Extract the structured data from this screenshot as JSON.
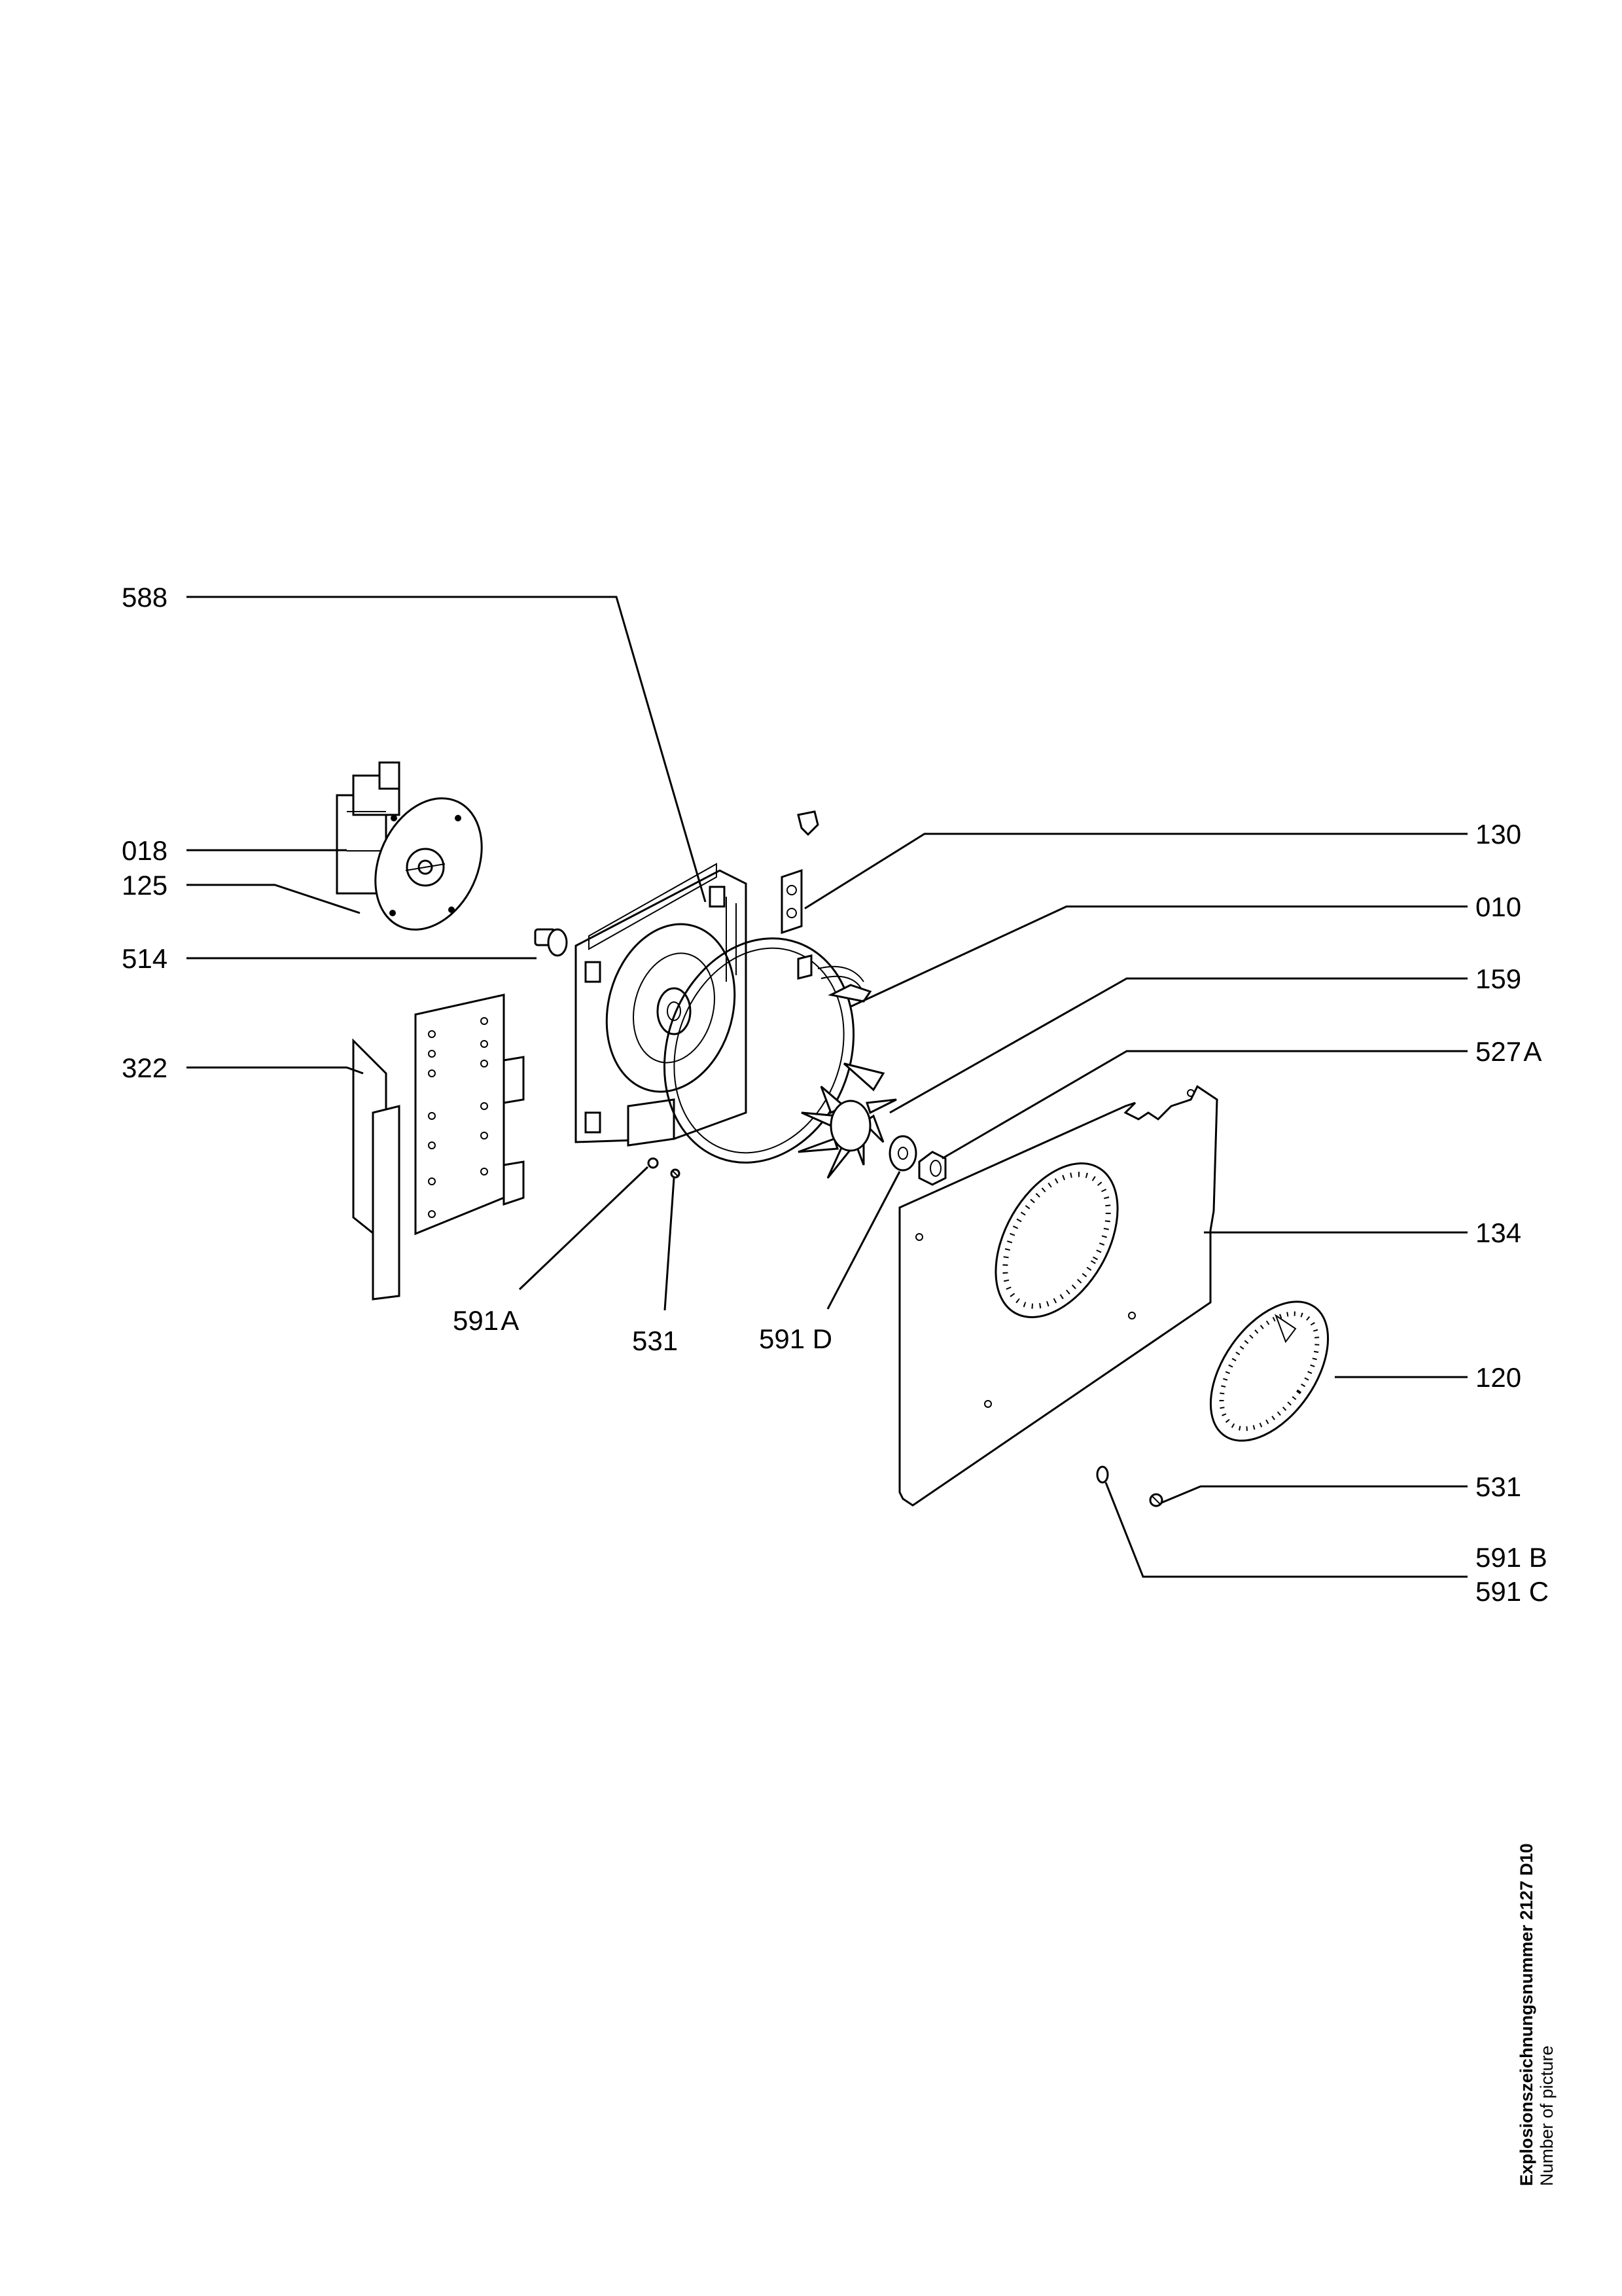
{
  "labels": {
    "l588": "588",
    "l018": "018",
    "l125": "125",
    "l514": "514",
    "l322": "322",
    "l130": "130",
    "l010": "010",
    "l159": "159",
    "l527a": "527 A",
    "l134": "134",
    "l120": "120",
    "l531_right": "531",
    "l591b": "591 B",
    "l591c": "591 C",
    "l591a": "591 A",
    "l531_mid": "531",
    "l591d": "591 D"
  },
  "caption": {
    "line1": "Explosionszeichnungsnummer 2127 D10",
    "line2": "Number of picture"
  }
}
